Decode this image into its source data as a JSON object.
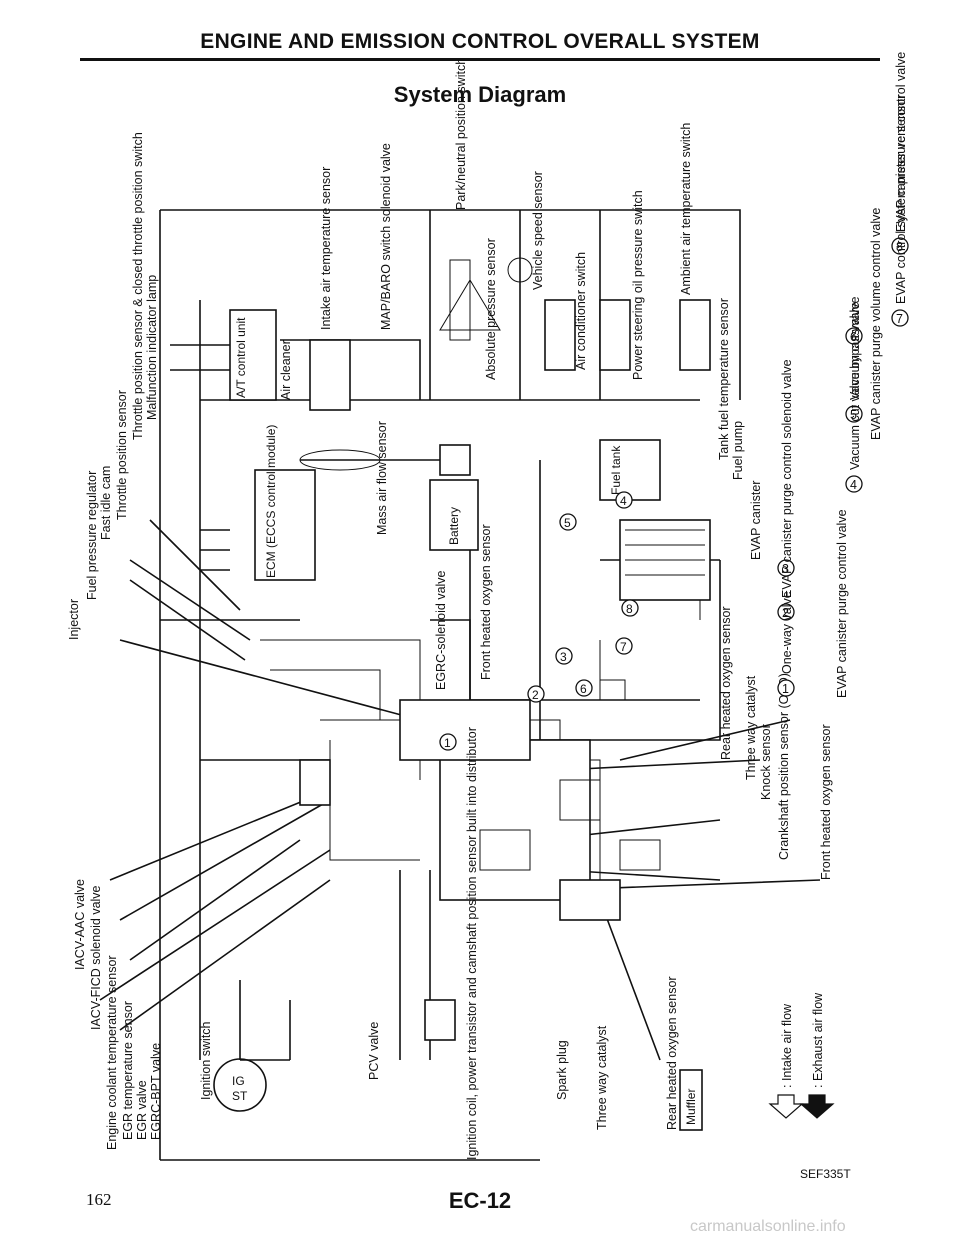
{
  "header": {
    "title": "ENGINE AND EMISSION CONTROL OVERALL SYSTEM",
    "subtitle": "System Diagram"
  },
  "diagram": {
    "component_labels": [
      "Injector",
      "Fuel pressure regulator",
      "Fast idle cam",
      "Throttle position sensor",
      "Throttle position sensor & closed throttle position switch",
      "Malfunction indicator lamp",
      "Intake air temperature sensor",
      "MAP/BARO switch solenoid valve",
      "Park/neutral position switch",
      "Absolute pressure sensor",
      "Vehicle speed sensor",
      "Air conditioner switch",
      "Power steering oil pressure switch",
      "Ambient air temperature switch",
      "Tank fuel temperature sensor",
      "Fuel pump",
      "EVAP canister",
      "Rear heated oxygen sensor",
      "Three way catalyst",
      "Knock sensor",
      "Crankshaft position sensor (OBD)",
      "Front heated oxygen sensor",
      "IACV-AAC valve",
      "IACV-FICD solenoid valve",
      "Engine coolant temperature sensor",
      "EGR temperature sensor",
      "EGR valve",
      "EGRC-BPT valve",
      "Ignition switch",
      "PCV valve",
      "Ignition coil, power transistor and camshaft position sensor built into distributor",
      "Spark plug",
      "Three way catalyst",
      "Rear heated oxygen sensor",
      "Mass air flow sensor",
      "EGRC-solenoid valve",
      "Front heated oxygen sensor",
      "Air cleaner"
    ],
    "box_labels": {
      "at": "A/T control unit",
      "ecm": "ECM (ECCS control module)",
      "battery": "Battery",
      "fuel_tank": "Fuel tank",
      "muffler": "Muffler",
      "ig": "IG",
      "st": "ST"
    },
    "numbered_parts": [
      {
        "num": "1",
        "label": "One-way valve"
      },
      {
        "num": "2",
        "label": "EVAP canister purge control solenoid valve"
      },
      {
        "num": "3",
        "label": "EVAP canister purge control valve"
      },
      {
        "num": "4",
        "label": "Vacuum cut valve bypass valve"
      },
      {
        "num": "5",
        "label": "Vacuum cut valve"
      },
      {
        "num": "6",
        "label": "EVAP canister purge volume control valve"
      },
      {
        "num": "7",
        "label": "EVAP control system pressure sensor"
      },
      {
        "num": "8",
        "label": "EVAP canister vent control valve"
      }
    ],
    "legend": [
      {
        "symbol": "open-arrow",
        "label": ": Intake air flow"
      },
      {
        "symbol": "solid-arrow",
        "label": ": Exhaust air flow"
      }
    ]
  },
  "footer": {
    "figure_code": "SEF335T",
    "left_page_number": "162",
    "page_number": "EC-12",
    "watermark": "carmanualsonline.info"
  }
}
